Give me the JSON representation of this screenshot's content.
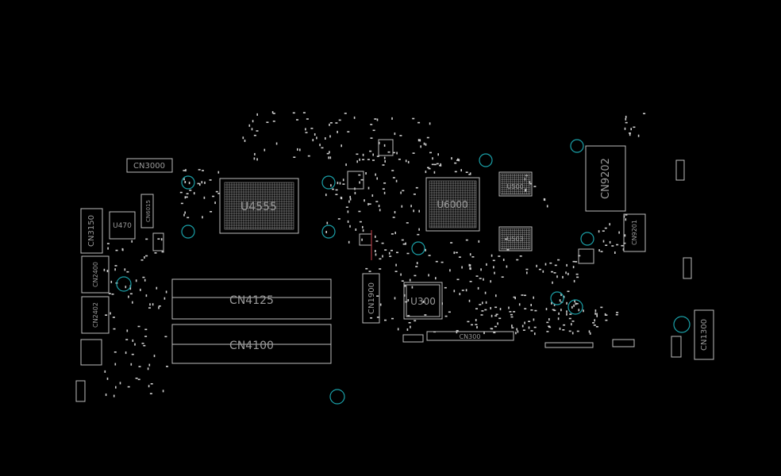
{
  "colors": {
    "background": "#000000",
    "outline": "#bdbdbd",
    "label": "#9a9a9a",
    "pads": "#cfcfcf",
    "mounting_hole": "#1aa0a8",
    "highlight": "#c8404a"
  },
  "components": {
    "cn3000": "CN3000",
    "cn3150": "CN3150",
    "u470": "U470",
    "cn6015": "CN6015",
    "cn2400": "CN2400",
    "cn2402": "CN2402",
    "u4555": "U4555",
    "u6000": "U6000",
    "u500": "U500",
    "u503": "U503",
    "cn9202": "CN9202",
    "cn9201": "CN9201",
    "cn4125": "CN4125",
    "cn4100": "CN4100",
    "cn1900": "CN1900",
    "u300": "U300",
    "cn300": "CN300",
    "cn1300": "CN1300"
  }
}
